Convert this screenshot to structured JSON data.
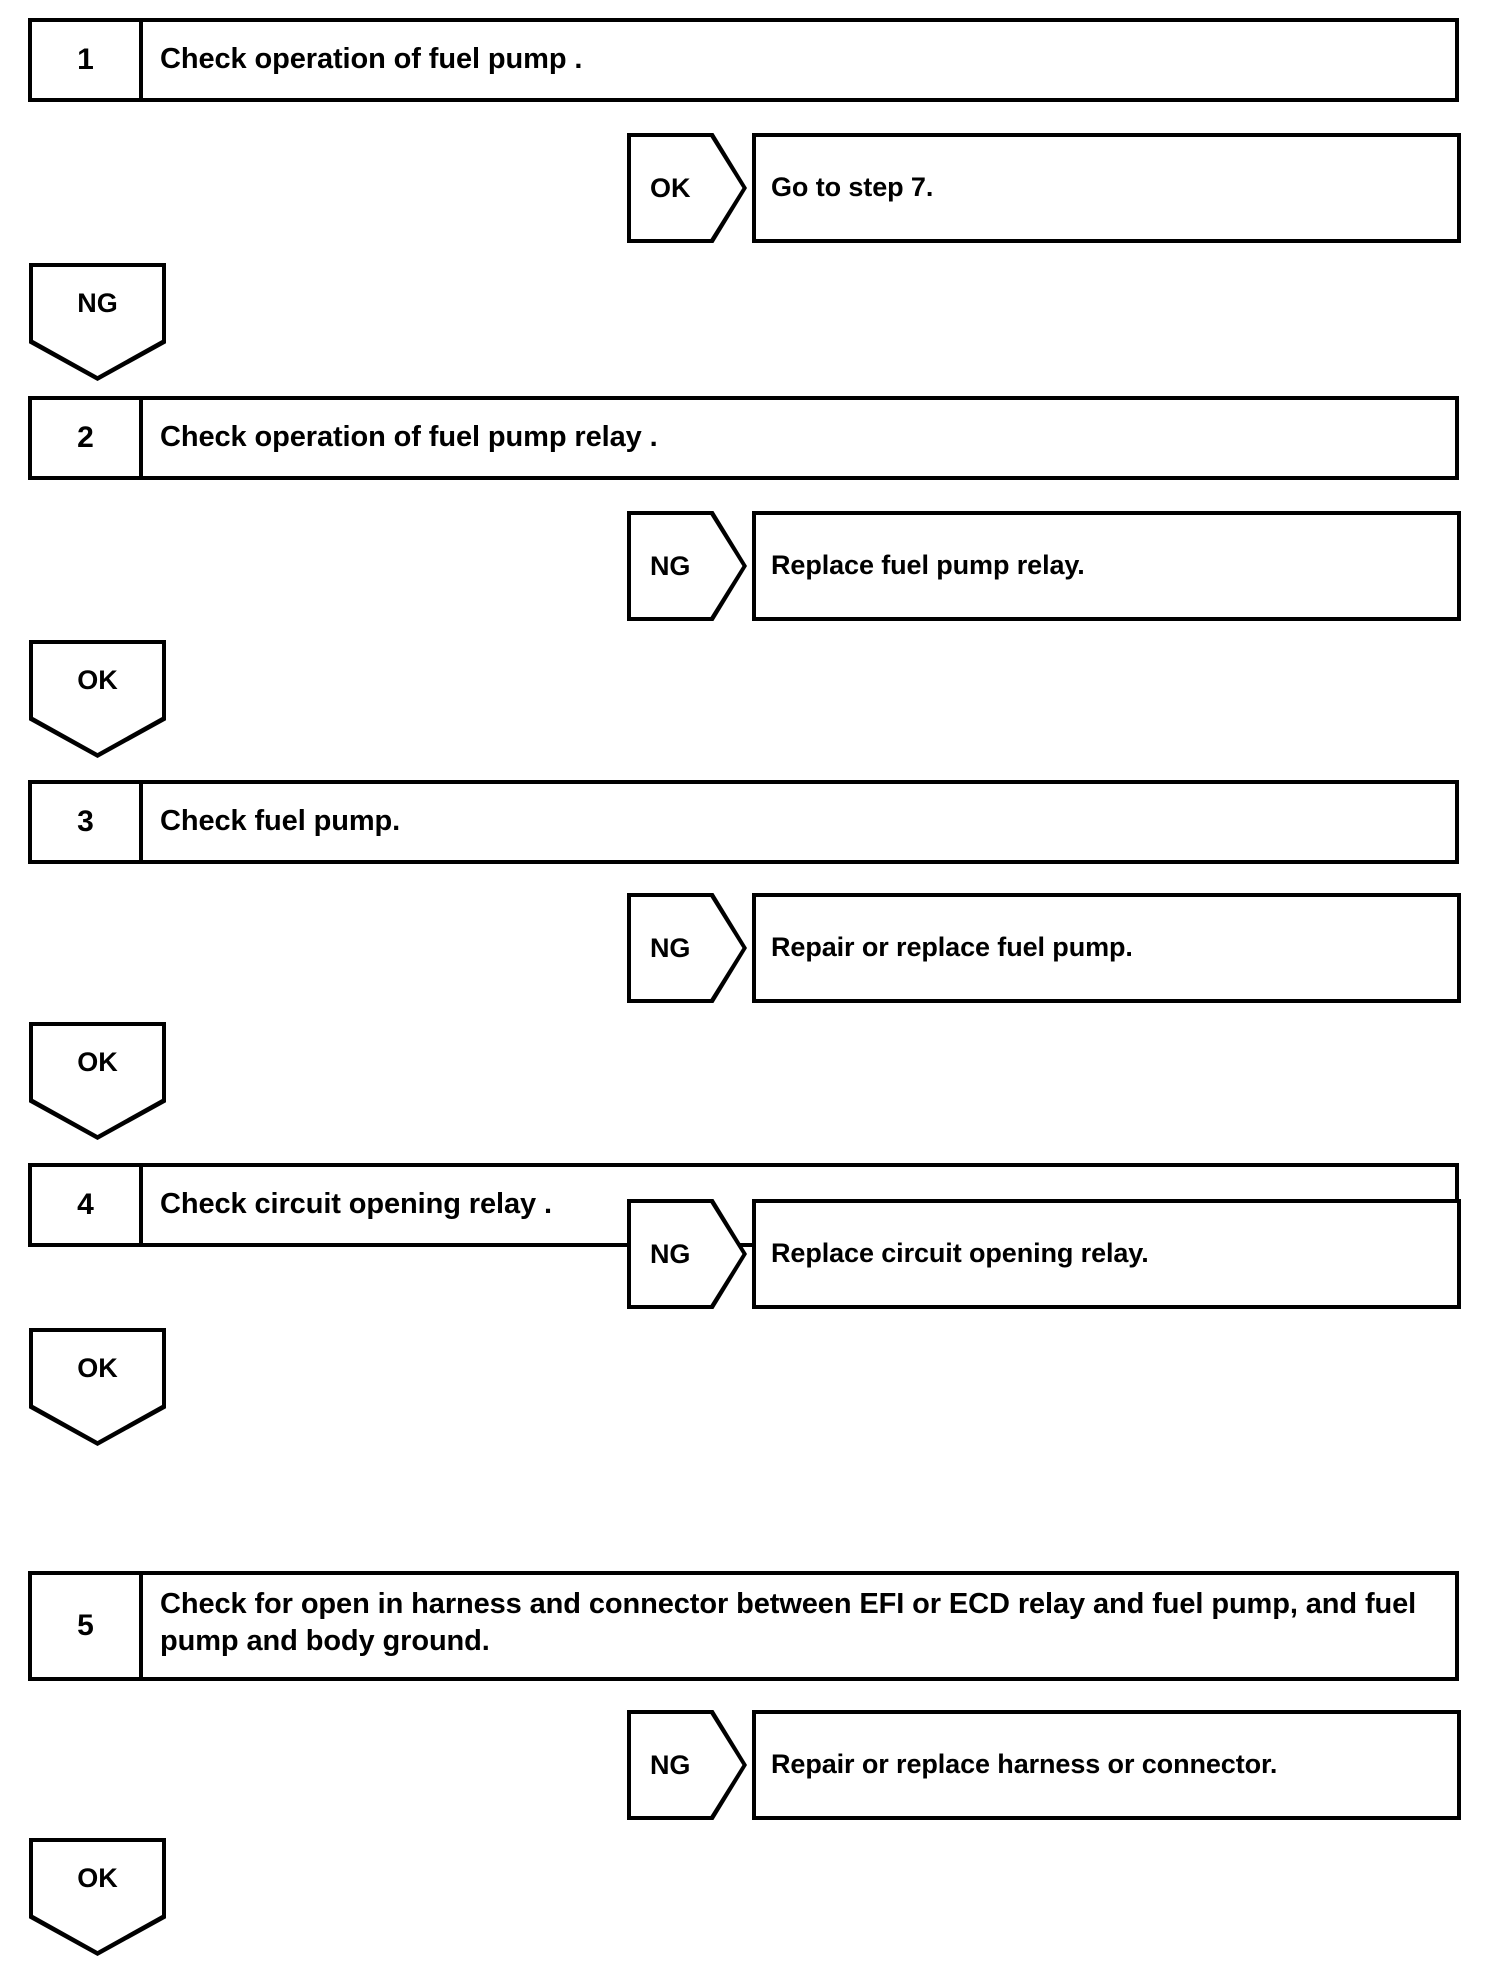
{
  "diagram": {
    "type": "troubleshooting-flowchart",
    "line_color": "#000000",
    "background_color": "#ffffff"
  },
  "steps": [
    {
      "number": "1",
      "text": "Check operation of fuel pump .",
      "two_line": false,
      "result": {
        "tag": "OK",
        "text": "Go to step 7."
      },
      "branch": {
        "tag": "NG"
      }
    },
    {
      "number": "2",
      "text": "Check operation of fuel pump relay .",
      "two_line": false,
      "result": {
        "tag": "NG",
        "text": "Replace fuel pump relay."
      },
      "branch": {
        "tag": "OK"
      }
    },
    {
      "number": "3",
      "text": "Check fuel pump.",
      "two_line": false,
      "result": {
        "tag": "NG",
        "text": "Repair or replace fuel pump."
      },
      "branch": {
        "tag": "OK"
      }
    },
    {
      "number": "4",
      "text": "Check circuit opening relay .",
      "two_line": false,
      "result": {
        "tag": "NG",
        "text": "Replace circuit opening relay."
      },
      "branch": {
        "tag": "OK"
      }
    },
    {
      "number": "5",
      "text": "Check for open in harness and connector between EFI or ECD relay and fuel pump, and fuel pump and body ground.",
      "two_line": true,
      "result": {
        "tag": "NG",
        "text": "Repair or replace harness or connector."
      },
      "branch": {
        "tag": "OK"
      }
    }
  ]
}
